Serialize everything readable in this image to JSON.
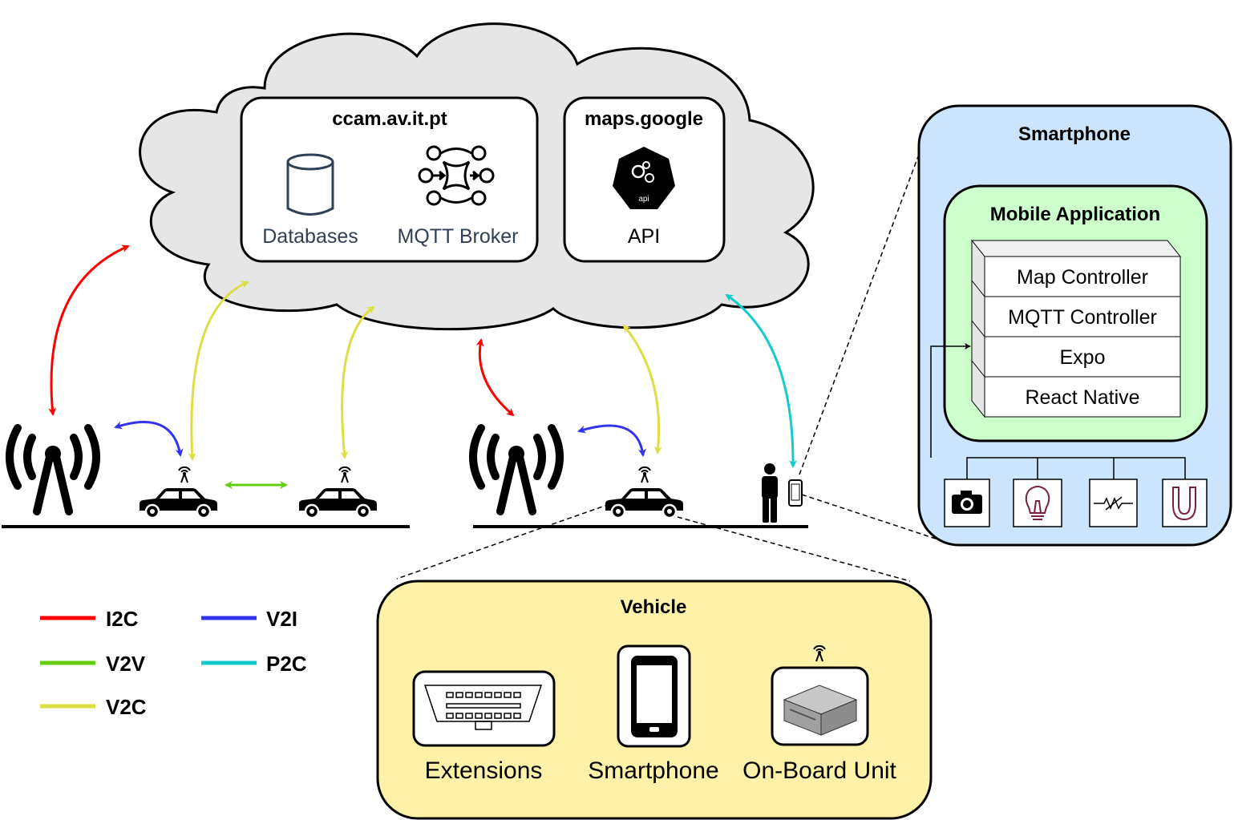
{
  "cloud": {
    "ccam_title": "ccam.av.it.pt",
    "databases_label": "Databases",
    "mqtt_label": "MQTT Broker",
    "maps_title": "maps.google",
    "api_label": "API",
    "api_badge": "api"
  },
  "smartphone_panel": {
    "title": "Smartphone",
    "app_title": "Mobile Application",
    "layers": [
      "Map Controller",
      "MQTT Controller",
      "Expo",
      "React Native"
    ],
    "sensors": [
      "camera-icon",
      "lightbulb-icon",
      "resistor-icon",
      "magnet-icon"
    ]
  },
  "vehicle_panel": {
    "title": "Vehicle",
    "extensions_label": "Extensions",
    "smartphone_label": "Smartphone",
    "obu_label": "On-Board Unit"
  },
  "legend": {
    "items": [
      {
        "label": "I2C",
        "color": "#ff0000"
      },
      {
        "label": "V2I",
        "color": "#3333ee"
      },
      {
        "label": "V2V",
        "color": "#66cc11"
      },
      {
        "label": "P2C",
        "color": "#11cccc"
      },
      {
        "label": "V2C",
        "color": "#dddd44"
      }
    ]
  }
}
